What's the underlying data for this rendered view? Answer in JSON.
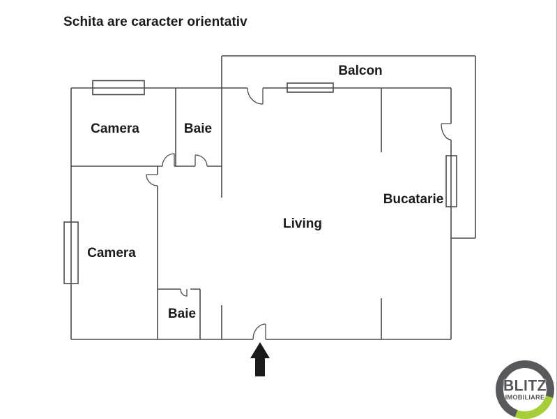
{
  "note": "Schita are caracter orientativ",
  "rooms": {
    "camera_top": "Camera",
    "baie_top": "Baie",
    "balcon": "Balcon",
    "living": "Living",
    "bucatarie": "Bucatarie",
    "camera_bottom": "Camera",
    "baie_bottom": "Baie"
  },
  "logo": {
    "brand": "BLITZ",
    "tagline": "IMOBILIARE"
  },
  "colors": {
    "background": "#ffffff",
    "wall": "#4a4a4a",
    "text": "#1a1a1a",
    "logo_gray": "#58595b",
    "logo_green": "#a6ce39"
  }
}
